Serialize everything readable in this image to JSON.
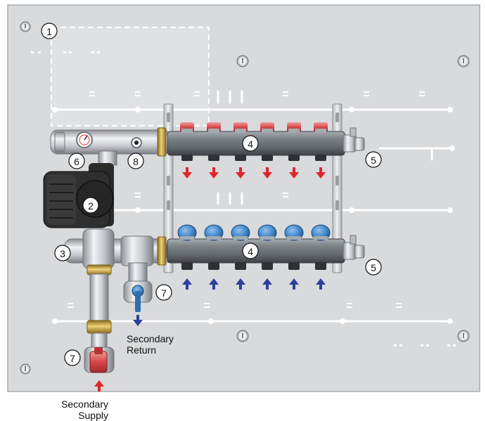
{
  "callouts": {
    "panel_zone": "1",
    "pump": "2",
    "mixing_valve": "3",
    "flow_manifold": "4",
    "return_manifold": "4",
    "flow_end_fitting": "5",
    "return_end_fitting": "5",
    "thermometer_tee": "6",
    "return_ball_valve": "7",
    "supply_ball_valve": "7",
    "sensor_port": "8"
  },
  "labels": {
    "secondary_return": [
      "Secondary",
      "Return"
    ],
    "secondary_supply": [
      "Secondary",
      "Supply"
    ]
  },
  "icons": {
    "flow_arrow": "arrow-down-icon",
    "return_arrow": "arrow-up-icon",
    "mount_hole": "mount-hole-icon"
  },
  "colors": {
    "panel": "#d8dadc",
    "panel_border": "#a9adb1",
    "flow": "#e0262b",
    "return": "#2f3f9c",
    "valve_cap_red": "#d8474a",
    "valve_cap_blue": "#3f86c9",
    "manifold_body": "#767b80",
    "brass": "#c9a03c",
    "pump": "#2b2b2b"
  }
}
